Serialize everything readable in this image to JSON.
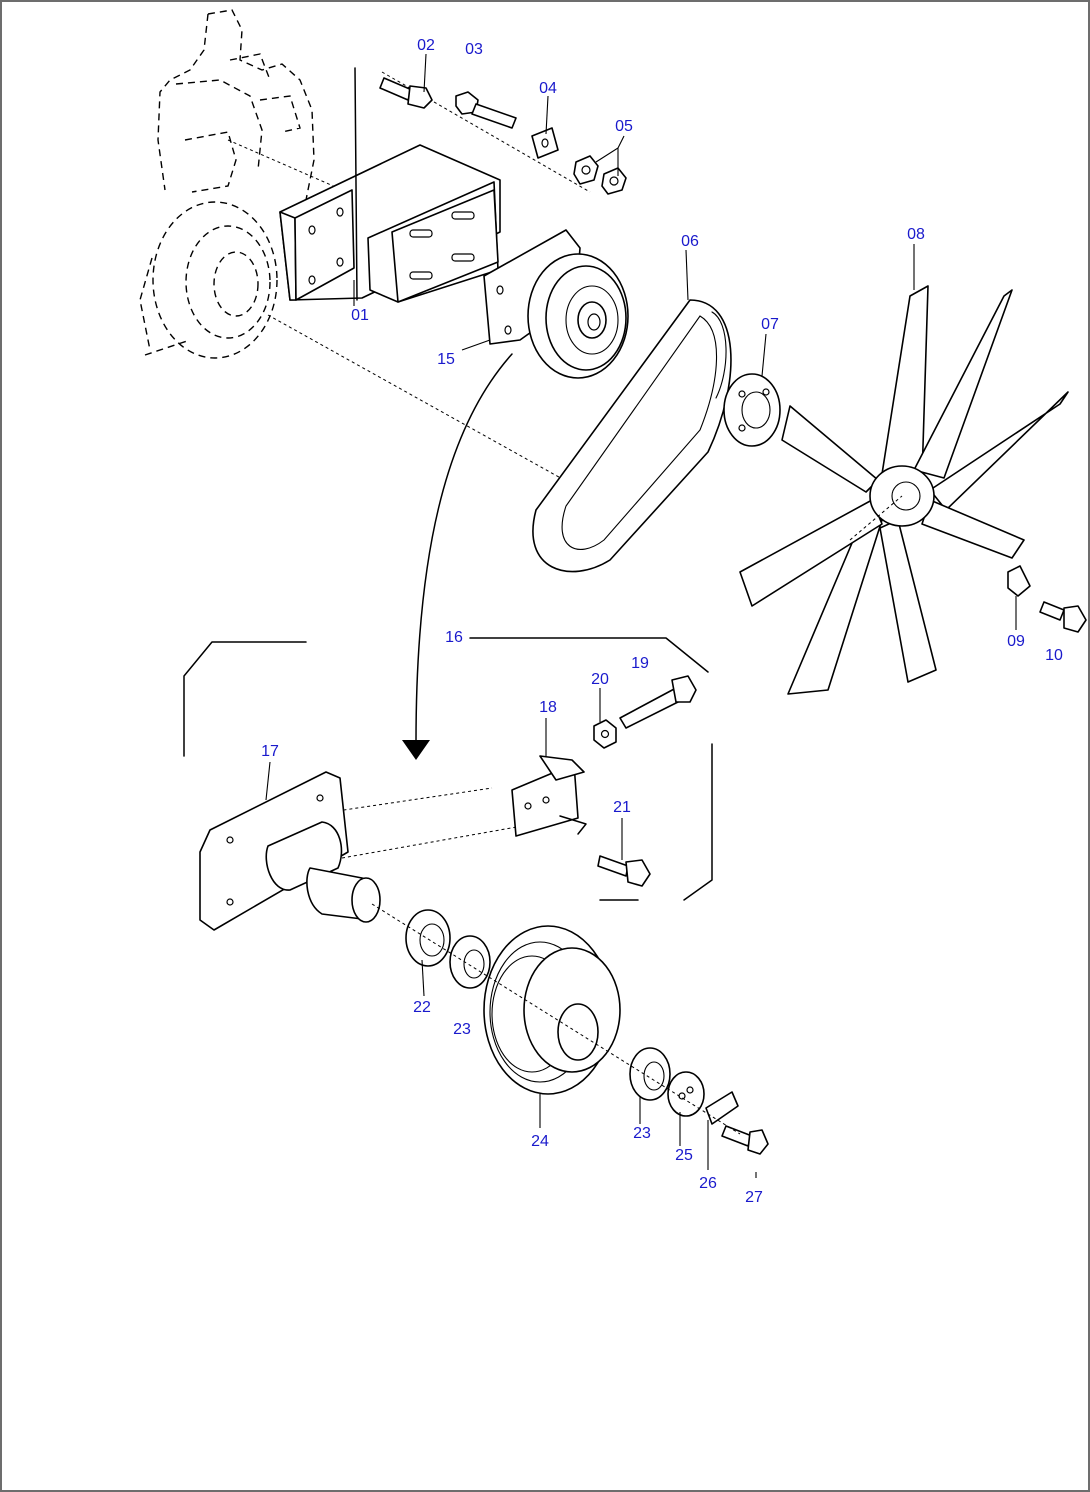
{
  "callouts": [
    {
      "id": "01",
      "label": "01"
    },
    {
      "id": "02",
      "label": "02"
    },
    {
      "id": "03",
      "label": "03"
    },
    {
      "id": "04",
      "label": "04"
    },
    {
      "id": "05",
      "label": "05"
    },
    {
      "id": "06",
      "label": "06"
    },
    {
      "id": "07",
      "label": "07"
    },
    {
      "id": "08",
      "label": "08"
    },
    {
      "id": "09",
      "label": "09"
    },
    {
      "id": "10",
      "label": "10"
    },
    {
      "id": "15",
      "label": "15"
    },
    {
      "id": "16",
      "label": "16"
    },
    {
      "id": "17",
      "label": "17"
    },
    {
      "id": "18",
      "label": "18"
    },
    {
      "id": "19",
      "label": "19"
    },
    {
      "id": "20",
      "label": "20"
    },
    {
      "id": "21",
      "label": "21"
    },
    {
      "id": "22",
      "label": "22"
    },
    {
      "id": "23a",
      "label": "23"
    },
    {
      "id": "23b",
      "label": "23"
    },
    {
      "id": "24",
      "label": "24"
    },
    {
      "id": "25",
      "label": "25"
    },
    {
      "id": "26",
      "label": "26"
    },
    {
      "id": "27",
      "label": "27"
    }
  ],
  "colors": {
    "callout": "#1a1acc",
    "linework": "#000000",
    "frame": "#6d6d6d"
  }
}
